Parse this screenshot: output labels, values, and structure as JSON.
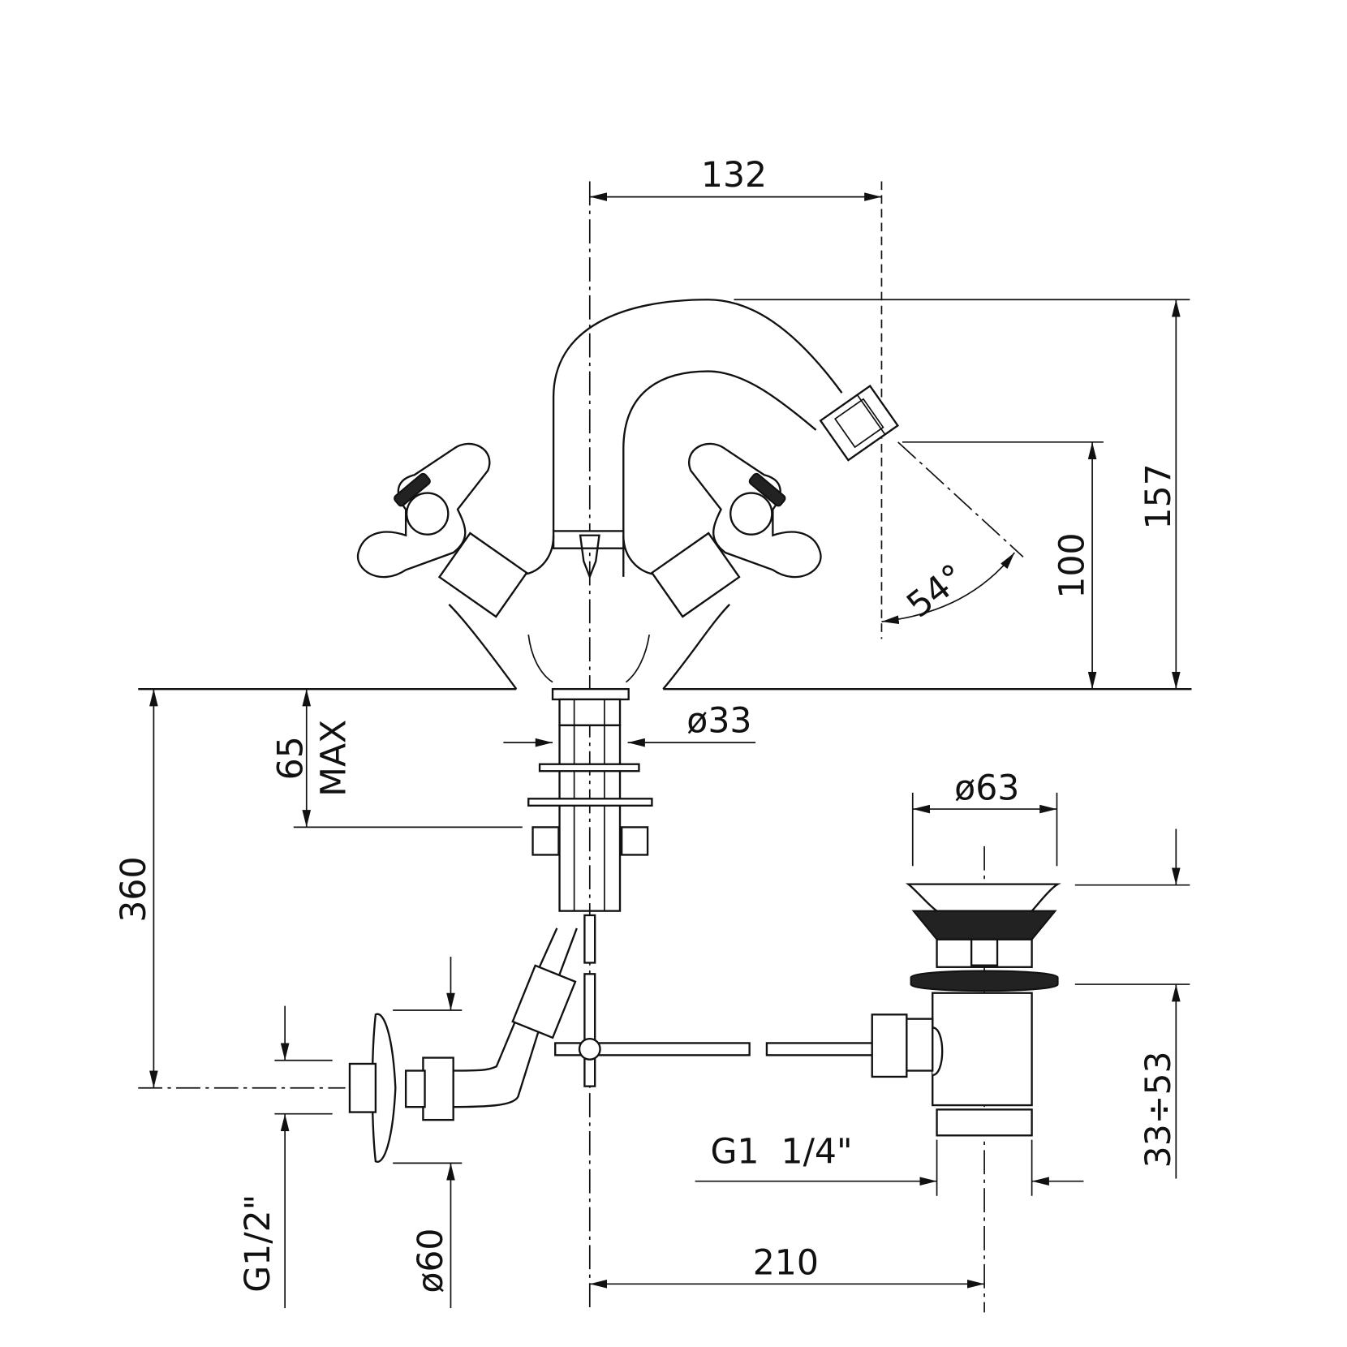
{
  "drawing": {
    "dimensions": {
      "spout_spacing": "132",
      "height_total": "157",
      "outlet_height": "100",
      "spray_angle": "54°",
      "hose_length": "360",
      "deck_thickness_value": "65",
      "deck_thickness_qualifier": "MAX",
      "shank_diameter": "ø33",
      "waste_diameter": "ø63",
      "waste_adjust_range": "33÷53",
      "waste_thread": "G1  1/4\"",
      "waste_offset": "210",
      "inlet_thread": "G1/2\"",
      "rosette_diameter": "ø60"
    },
    "colors": {
      "line": "#111111",
      "background": "#ffffff"
    }
  }
}
